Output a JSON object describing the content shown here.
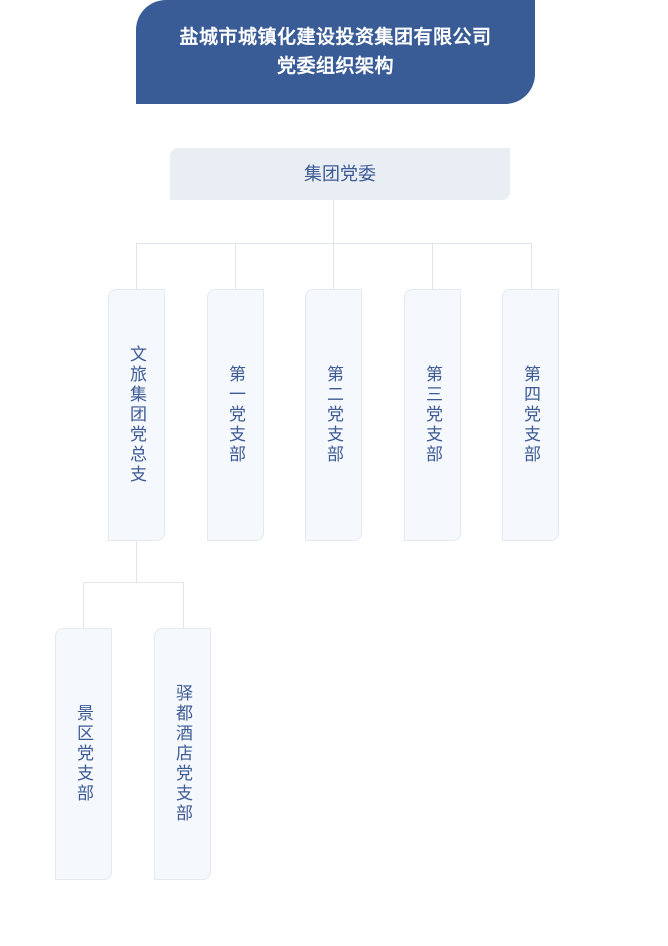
{
  "theme": {
    "banner_color": "#3A5C96",
    "node_fill": "#e9eef4",
    "node_fill_light": "#f5f8fc",
    "node_border": "#e4e9f0",
    "text_color": "#3d5a94",
    "banner_text_color": "#ffffff",
    "connector_color": "#dfe5ec",
    "background": "#ffffff"
  },
  "title": {
    "line1": "盐城市城镇化建设投资集团有限公司",
    "line2": "党委组织架构",
    "full": "盐城市城镇化建设投资集团有限公司\n党委组织架构"
  },
  "root": {
    "label": "集团党委"
  },
  "level1": [
    {
      "label": "文旅集团党总支"
    },
    {
      "label": "第一党支部"
    },
    {
      "label": "第二党支部"
    },
    {
      "label": "第三党支部"
    },
    {
      "label": "第四党支部"
    }
  ],
  "level2": [
    {
      "label": "景区党支部",
      "parent": "文旅集团党总支"
    },
    {
      "label": "驿都酒店党支部",
      "parent": "文旅集团党总支"
    }
  ]
}
